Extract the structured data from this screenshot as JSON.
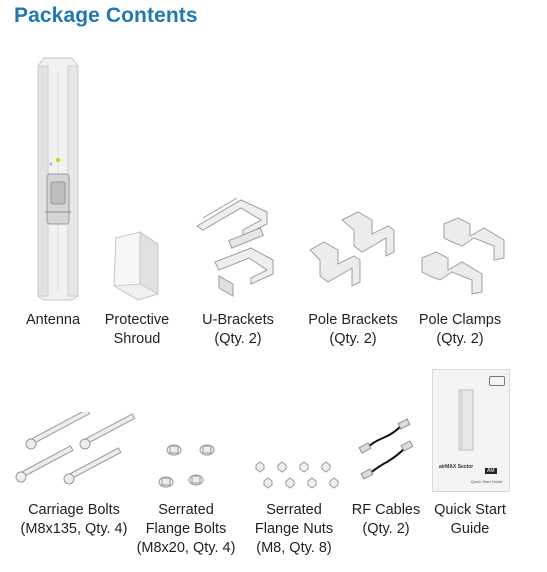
{
  "title": "Package Contents",
  "items": [
    {
      "id": "antenna",
      "lines": [
        "Antenna"
      ],
      "icon": "antenna-illustration"
    },
    {
      "id": "shroud",
      "lines": [
        "Protective",
        "Shroud"
      ],
      "icon": "shroud-illustration"
    },
    {
      "id": "u-brackets",
      "lines": [
        "U-Brackets",
        "(Qty. 2)"
      ],
      "icon": "u-bracket-illustration"
    },
    {
      "id": "pole-brackets",
      "lines": [
        "Pole Brackets",
        "(Qty. 2)"
      ],
      "icon": "pole-bracket-illustration"
    },
    {
      "id": "pole-clamps",
      "lines": [
        "Pole Clamps",
        "(Qty. 2)"
      ],
      "icon": "pole-clamp-illustration"
    },
    {
      "id": "carriage-bolts",
      "lines": [
        "Carriage Bolts",
        "(M8x135, Qty. 4)"
      ],
      "icon": "carriage-bolt-illustration"
    },
    {
      "id": "flange-bolts",
      "lines": [
        "Serrated",
        "Flange Bolts",
        "(M8x20, Qty. 4)"
      ],
      "icon": "flange-bolt-illustration"
    },
    {
      "id": "flange-nuts",
      "lines": [
        "Serrated",
        "Flange Nuts",
        "(M8, Qty. 8)"
      ],
      "icon": "flange-nut-illustration"
    },
    {
      "id": "rf-cables",
      "lines": [
        "RF Cables",
        "(Qty. 2)"
      ],
      "icon": "rf-cable-illustration"
    },
    {
      "id": "quick-start",
      "lines": [
        "Quick Start",
        "Guide"
      ],
      "icon": "quick-start-guide-illustration"
    }
  ],
  "guide_cover": {
    "brand": "airMAX Sector",
    "badge": "AM",
    "footer": "Quick Start Guide"
  }
}
